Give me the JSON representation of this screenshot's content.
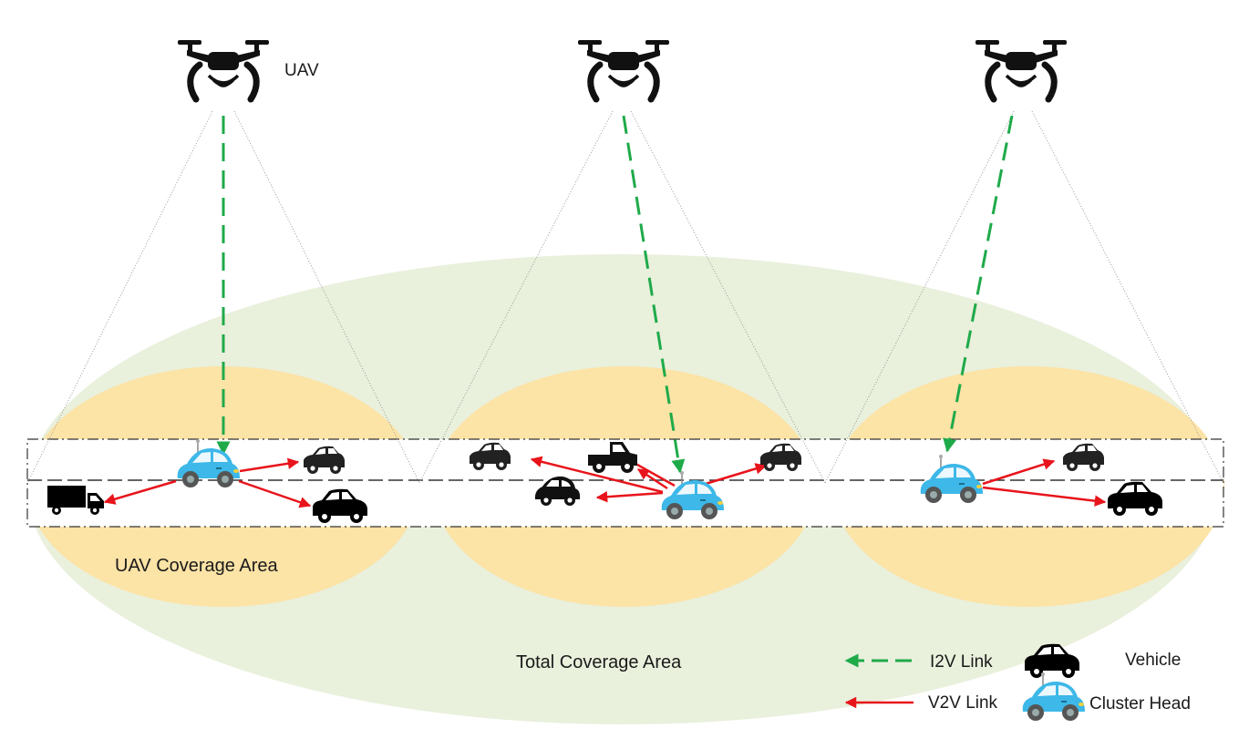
{
  "labels": {
    "uav": "UAV",
    "uav_coverage": "UAV Coverage Area",
    "total_coverage": "Total Coverage Area"
  },
  "legend": {
    "i2v": "I2V Link",
    "v2v": "V2V Link",
    "vehicle": "Vehicle",
    "cluster_head": "Cluster Head"
  },
  "colors": {
    "total_area": "#e9f0dc",
    "uav_area": "#fce3a6",
    "i2v": "#1faa4a",
    "v2v": "#e8141b",
    "cluster_head": "#3db8e8",
    "vehicle": "#111111"
  }
}
